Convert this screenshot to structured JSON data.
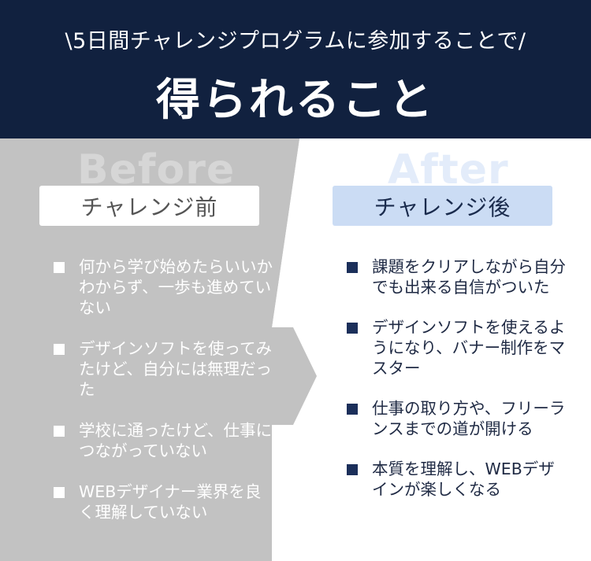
{
  "header": {
    "subtitle": "\\5日間チャレンジプログラムに参加することで/",
    "title": "得られること"
  },
  "before": {
    "word": "Before",
    "label": "チャレンジ前",
    "items": [
      "何から学び始めたらいいかわからず、一歩も進めていない",
      "デザインソフトを使ってみたけど、自分には無理だった",
      "学校に通ったけど、仕事につながっていない",
      "WEBデザイナー業界を良く理解していない"
    ]
  },
  "after": {
    "word": "After",
    "label": "チャレンジ後",
    "items": [
      "課題をクリアしながら自分でも出来る自信がついた",
      "デザインソフトを使えるようになり、バナー制作をマスター",
      "仕事の取り方や、フリーランスまでの道が開ける",
      "本質を理解し、WEBデザインが楽しくなる"
    ]
  },
  "colors": {
    "header_bg": "#11213f",
    "before_bg": "#c2c2c2",
    "after_label_bg": "#cbdcf4",
    "after_bullet": "#1b2f5a"
  }
}
